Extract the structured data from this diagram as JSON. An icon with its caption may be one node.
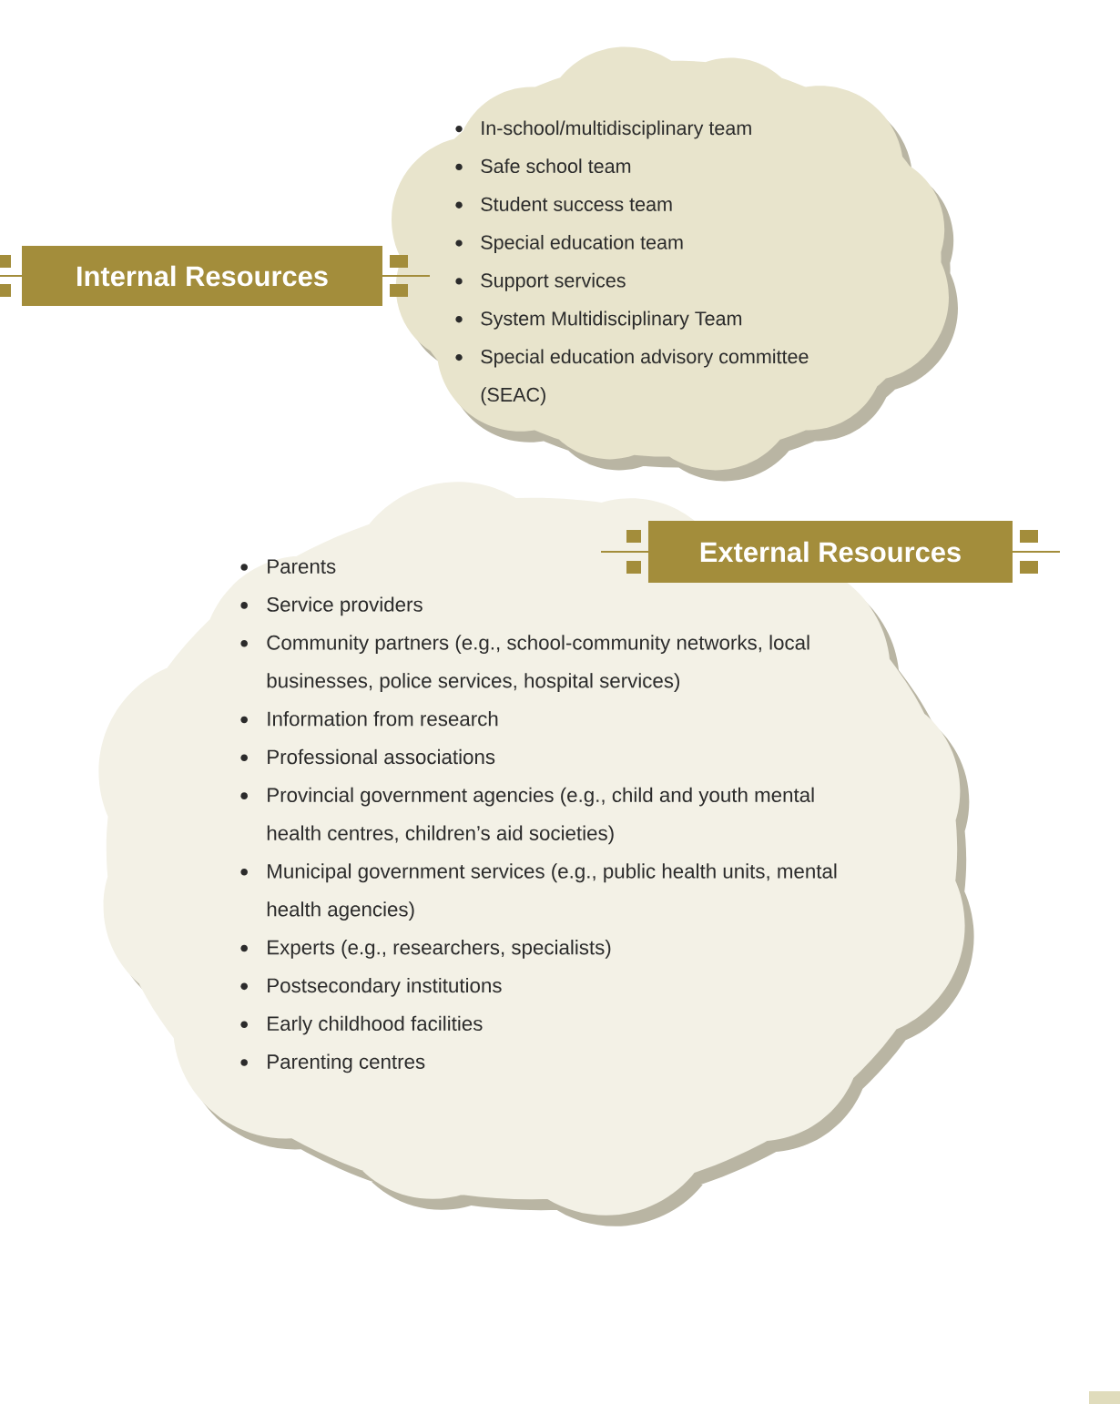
{
  "diagram": {
    "nodes": [
      {
        "text": [
          "Internal Resources",
          "In-school/multidisciplinary team",
          "Safe school team",
          "Student success team",
          "Special education team",
          "Support services",
          "System Multidisciplinary Team",
          "Special education advisory committee (SEAC)"
        ]
      },
      {
        "text": [
          "External Resources",
          "Parents",
          "Service providers",
          "Community partners (e.g., school-community networks, local businesses, police services, hospital services)",
          "Information from research",
          "Professional associations",
          "Provincial government agencies (e.g., child and youth mental health centres, children’s aid societies)",
          "Municipal government services (e.g., public health units, mental health agencies)",
          "Experts (e.g., researchers, specialists)",
          "Postsecondary institutions",
          "Early childhood facilities",
          "Parenting centres"
        ]
      }
    ]
  }
}
